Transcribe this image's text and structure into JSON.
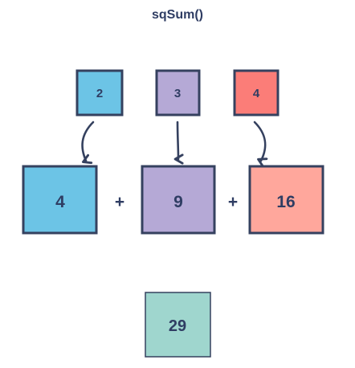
{
  "title": "sqSum()",
  "inputs": [
    {
      "label": "2",
      "color": "#6cc4e6"
    },
    {
      "label": "3",
      "color": "#b5a9d6"
    },
    {
      "label": "4",
      "color": "#fb7d78"
    }
  ],
  "squares": [
    {
      "label": "4",
      "color": "#6cc4e6"
    },
    {
      "label": "9",
      "color": "#b5a9d6"
    },
    {
      "label": "16",
      "color": "#ffa79c"
    }
  ],
  "operators": [
    "+",
    "+"
  ],
  "result": {
    "label": "29",
    "color": "#9fd6ce"
  },
  "colors": {
    "stroke": "#35415f",
    "text": "#2f3d63"
  }
}
